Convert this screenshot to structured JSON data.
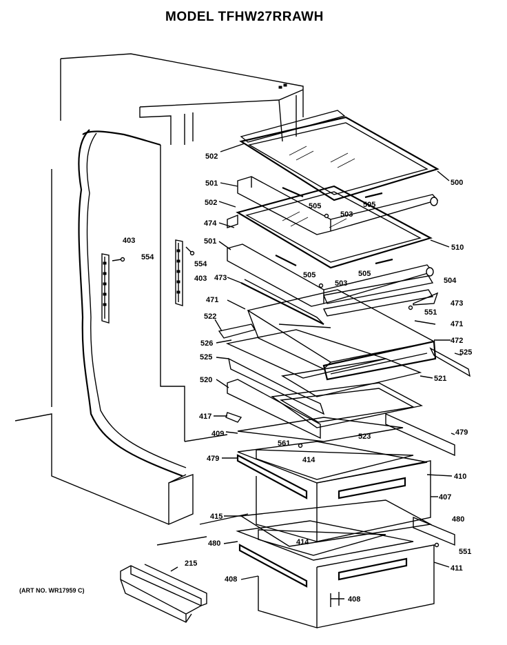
{
  "title": "MODEL TFHW27RRAWH",
  "art_number": "(ART NO. WR17959 C)",
  "callouts": {
    "c502a": "502",
    "c500": "500",
    "c501a": "501",
    "c505a": "505",
    "c503a": "503",
    "c505b": "505",
    "c502b": "502",
    "c474": "474",
    "c510": "510",
    "c403a": "403",
    "c554a": "554",
    "c501b": "501",
    "c554b": "554",
    "c403b": "403",
    "c505c": "505",
    "c503b": "503",
    "c505d": "505",
    "c504": "504",
    "c473a": "473",
    "c473b": "473",
    "c471a": "471",
    "c551a": "551",
    "c522": "522",
    "c471b": "471",
    "c526": "526",
    "c472": "472",
    "c525a": "525",
    "c525b": "525",
    "c521": "521",
    "c520": "520",
    "c417": "417",
    "c409": "409",
    "c561": "561",
    "c523": "523",
    "c479a": "479",
    "c479b": "479",
    "c414a": "414",
    "c410": "410",
    "c407": "407",
    "c415": "415",
    "c480a": "480",
    "c480b": "480",
    "c414b": "414",
    "c551b": "551",
    "c215": "215",
    "c411": "411",
    "c408a": "408",
    "c408b": "408"
  }
}
